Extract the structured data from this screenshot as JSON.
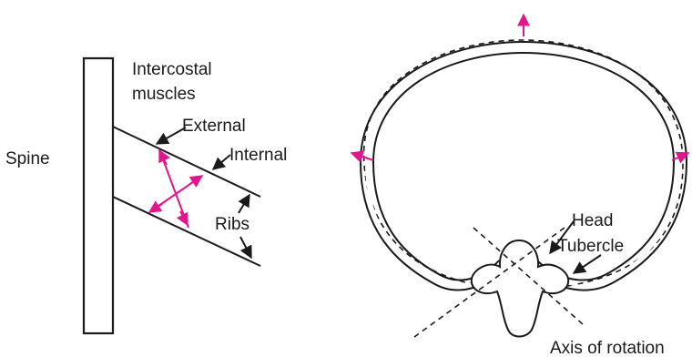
{
  "colors": {
    "ink": "#1a1a1a",
    "accent": "#e0168c",
    "background": "#ffffff"
  },
  "left_diagram": {
    "title_line1": "Intercostal",
    "title_line2": "muscles",
    "spine_label": "Spine",
    "external_label": "External",
    "internal_label": "Internal",
    "ribs_label": "Ribs"
  },
  "right_diagram": {
    "head_label": "Head",
    "tubercle_label": "Tubercle",
    "axis_label": "Axis of rotation"
  }
}
